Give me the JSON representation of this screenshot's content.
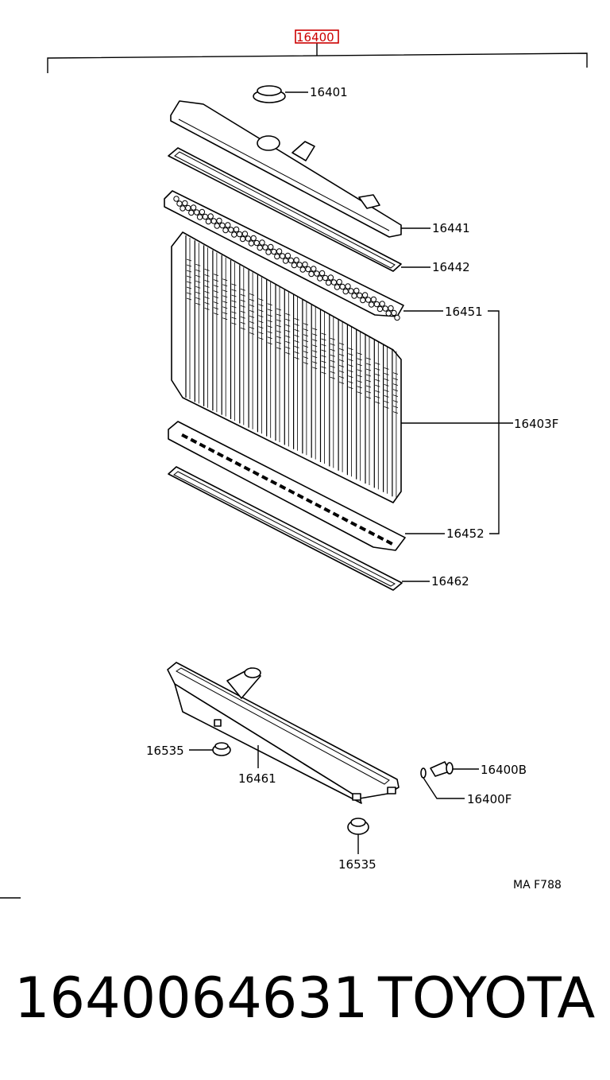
{
  "labels": {
    "p16400": "16400",
    "p16401": "16401",
    "p16441": "16441",
    "p16442": "16442",
    "p16451": "16451",
    "p16403F": "16403F",
    "p16452": "16452",
    "p16462": "16462",
    "p16535a": "16535",
    "p16461": "16461",
    "p16400B": "16400B",
    "p16400F": "16400F",
    "p16535b": "16535",
    "code": "MA F788"
  },
  "footer": {
    "part_number": "1640064631",
    "brand": "TOYOTA"
  },
  "highlight_color": "#cc0000"
}
